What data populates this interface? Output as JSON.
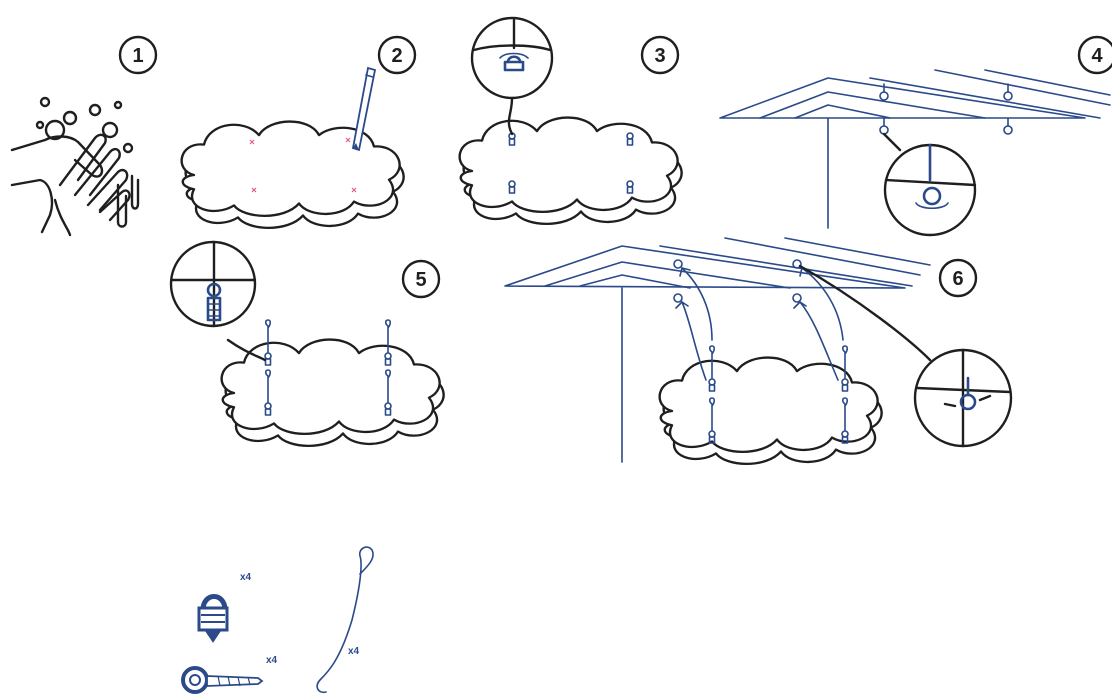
{
  "steps": [
    "1",
    "2",
    "3",
    "4",
    "5",
    "6"
  ],
  "parts": {
    "eye_screw_qty": "x4",
    "lag_eye_screw_qty": "x4",
    "s_hook_qty": "x4"
  },
  "colors": {
    "line_dark": "#1f1f1f",
    "line_blue": "#2a4a8a",
    "mark_pink": "#e06080",
    "background": "#ffffff"
  },
  "icons": [
    "washing-hands-icon",
    "pencil-icon",
    "eye-screw-icon",
    "lag-eye-screw-icon",
    "s-hook-icon"
  ]
}
